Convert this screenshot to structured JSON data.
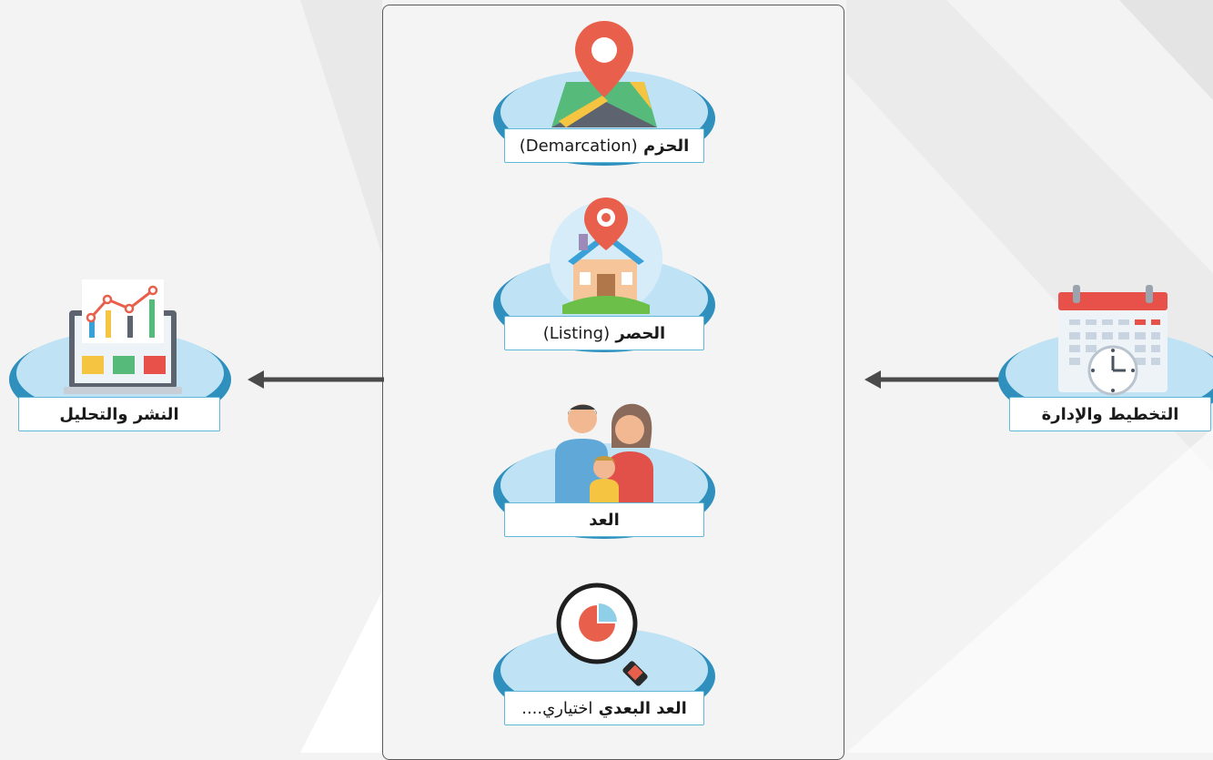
{
  "stages": {
    "planning": {
      "label": "التخطيط والإدارة",
      "icon": "calendar-clock-icon"
    },
    "demarcation": {
      "label_ar": "الحزم",
      "label_en": "(Demarcation)",
      "icon": "map-pin-icon"
    },
    "listing": {
      "label_ar": "الحصر",
      "label_en": "(Listing)",
      "icon": "house-pin-icon"
    },
    "enumeration": {
      "label": "العد",
      "icon": "family-icon"
    },
    "post_enumeration": {
      "label_bold": "العد البعدي",
      "label_light": "....اختياري",
      "icon": "magnifier-pie-icon"
    },
    "dissemination": {
      "label": "النشر والتحليل",
      "icon": "laptop-chart-icon"
    }
  },
  "colors": {
    "background": "#f3f3f3",
    "platform": "#bfe3f5",
    "platform_rim": "#2f8fbd",
    "label_border": "#5fb8d8",
    "arrow": "#4a4a4a"
  }
}
